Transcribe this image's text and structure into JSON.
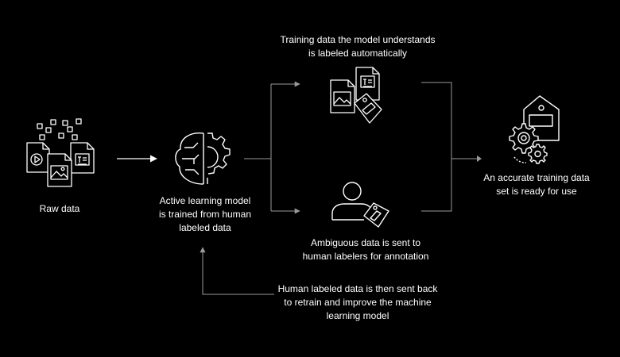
{
  "colors": {
    "background": "#000000",
    "text": "#ffffff",
    "icon_stroke": "#ffffff",
    "connector": "#9a9a9a"
  },
  "nodes": {
    "raw_data": {
      "icon": "file-stack-icon",
      "label": [
        "Raw data"
      ]
    },
    "model": {
      "icon": "brain-gear-icon",
      "label": [
        "Active learning model",
        "is trained from human",
        "labeled data"
      ]
    },
    "auto_label": {
      "icon": "labeled-files-icon",
      "label": [
        "Training data the model understands",
        "is labeled automatically"
      ]
    },
    "human_label": {
      "icon": "person-tag-icon",
      "label": [
        "Ambiguous data is sent to",
        "human labelers for annotation"
      ]
    },
    "result": {
      "icon": "tagged-gears-icon",
      "label": [
        "An accurate training data",
        "set is ready for use"
      ]
    },
    "feedback": {
      "label": [
        "Human labeled data is then sent back",
        "to retrain and improve the machine",
        "learning model"
      ]
    }
  }
}
